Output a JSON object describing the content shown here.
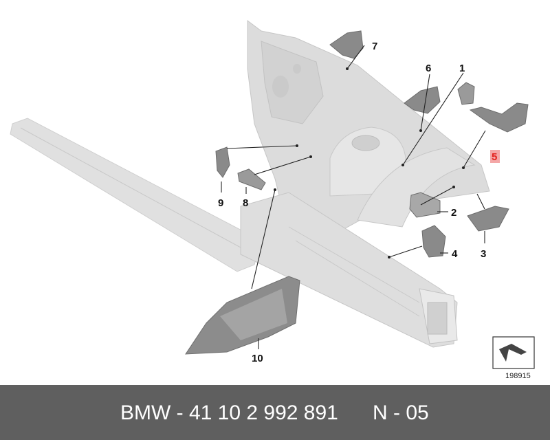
{
  "callouts": [
    {
      "num": "1"
    },
    {
      "num": "2"
    },
    {
      "num": "3"
    },
    {
      "num": "4"
    },
    {
      "num": "5"
    },
    {
      "num": "6"
    },
    {
      "num": "7"
    },
    {
      "num": "8"
    },
    {
      "num": "9"
    },
    {
      "num": "10"
    }
  ],
  "highlighted_callout": "5",
  "diagram_id": "198915",
  "footer": {
    "part_number": "BMW - 41 10 2 992 891",
    "position": "N - 05"
  },
  "colors": {
    "body_part": "#d8d8d8",
    "body_edge": "#c4c4c4",
    "detail_part": "#8a8a8a",
    "highlight": "#f4a7a7",
    "footer_bg": "#5f5f5f"
  }
}
